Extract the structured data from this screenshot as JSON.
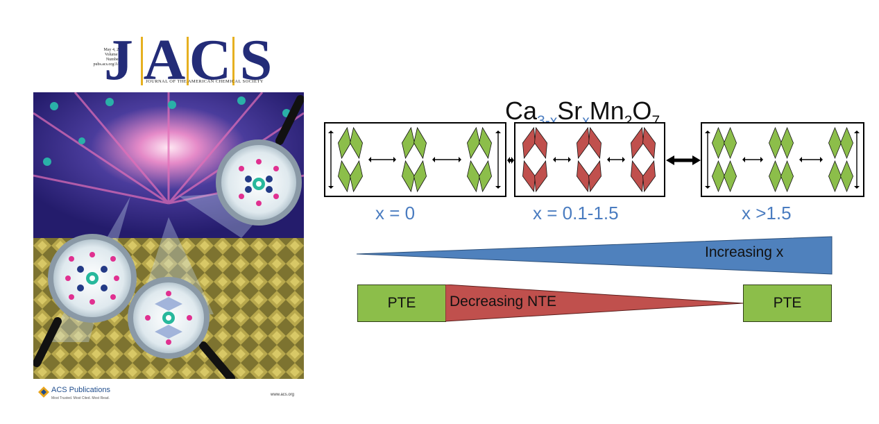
{
  "cover": {
    "issue_date": "May 4, 2016",
    "volume": "Volume 138",
    "number": "Number 17",
    "url": "pubs.acs.org/JACS",
    "letters": [
      "J",
      "A",
      "C",
      "S"
    ],
    "subtitle": "JOURNAL OF THE AMERICAN CHEMICAL SOCIETY",
    "publisher": "ACS Publications",
    "publisher_tagline": "Most Trusted. Most Cited. Most Read.",
    "website": "www.acs.org"
  },
  "formula": {
    "part1": "Ca",
    "sub1": "3-x",
    "part2": "Sr",
    "sub2": "x",
    "part3": "Mn",
    "sub3": "2",
    "part4": "O",
    "sub4": "7"
  },
  "panels": [
    {
      "label": "x = 0",
      "color": "#8cbe4a"
    },
    {
      "label": "x = 0.1-1.5",
      "color": "#c0504d"
    },
    {
      "label": "x >1.5",
      "color": "#8cbe4a"
    }
  ],
  "wedge_increasing": {
    "label": "Increasing x",
    "color": "#4f81bd"
  },
  "expansion": {
    "left_label": "PTE",
    "middle_label": "Decreasing NTE",
    "right_label": "PTE",
    "pte_color": "#8cbe4a",
    "nte_color": "#c0504d"
  }
}
